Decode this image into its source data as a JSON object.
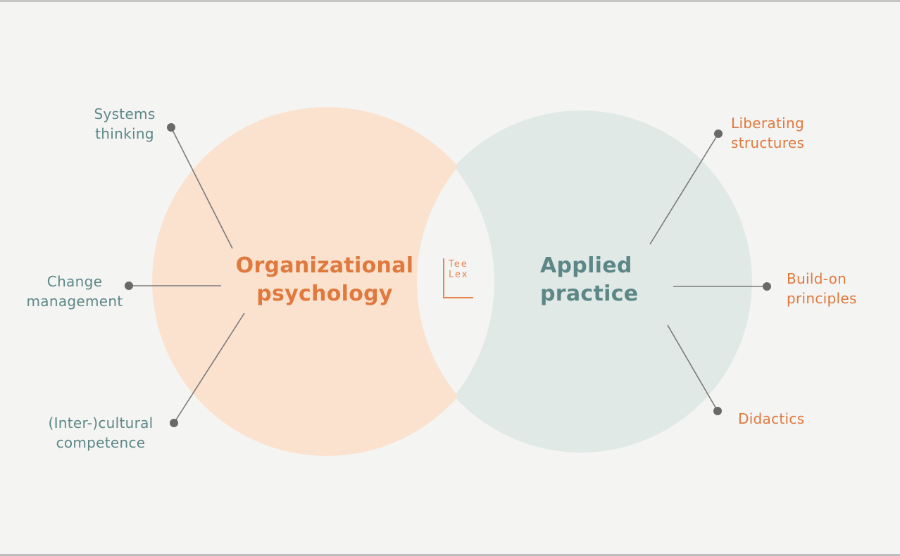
{
  "palette": {
    "background": "#f4f4f3",
    "left_circle_fill": "#fbe2cf",
    "right_circle_fill": "#e0e9e6",
    "orange_text": "#e0793e",
    "teal_text": "#5d8787",
    "connector_gray": "#7a7a7a",
    "dot_gray": "#696969",
    "logo_orange": "#e8854f"
  },
  "venn": {
    "left": {
      "title_line1": "Organizational",
      "title_line2": "psychology"
    },
    "right": {
      "title_line1": "Applied",
      "title_line2": "practice"
    }
  },
  "logo": {
    "line1": "Tee",
    "line2": "Lex"
  },
  "satellites": {
    "systems": {
      "line1": "Systems",
      "line2": "thinking"
    },
    "change": {
      "line1": "Change",
      "line2": "management"
    },
    "intercultural": {
      "line1": "(Inter-)cultural",
      "line2": "competence"
    },
    "liberating": {
      "line1": "Liberating",
      "line2": "structures"
    },
    "buildon": {
      "line1": "Build-on",
      "line2": "principles"
    },
    "didactics": {
      "line1": "Didactics",
      "line2": ""
    }
  }
}
